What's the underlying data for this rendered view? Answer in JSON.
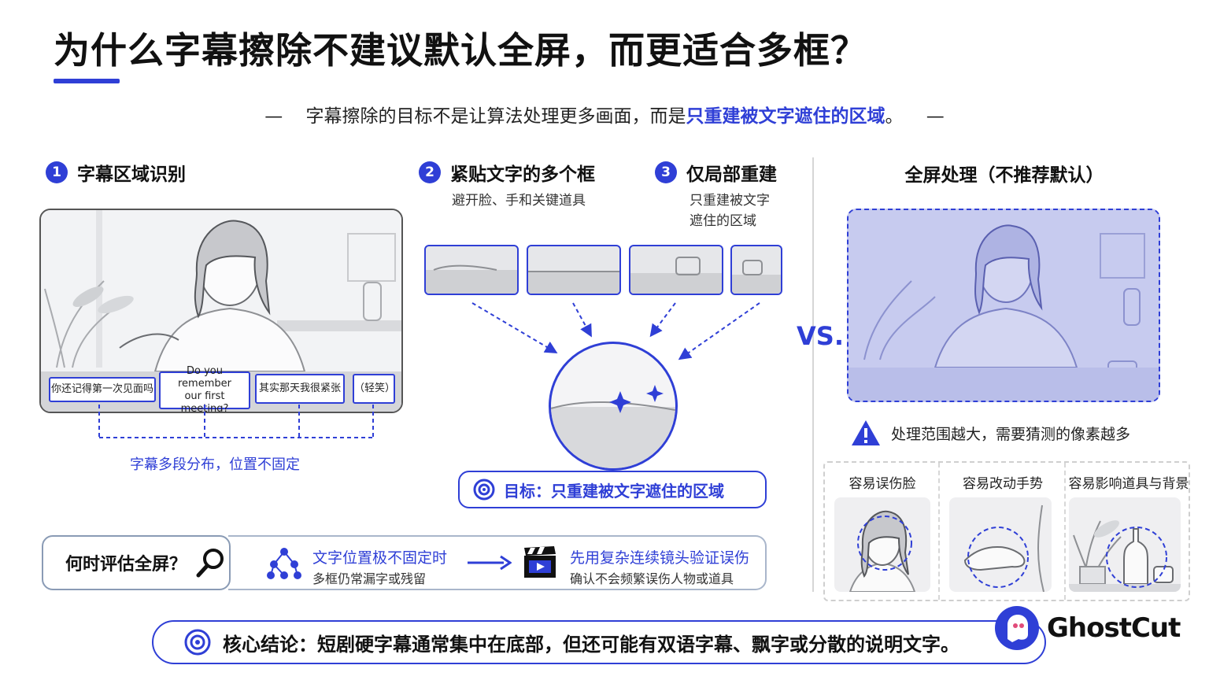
{
  "title": "为什么字幕擦除不建议默认全屏，而更适合多框？",
  "subtitle": {
    "dash_left": "—",
    "prefix": "字幕擦除的目标不是让算法处理更多画面，而是",
    "highlight": "只重建被文字遮住的区域",
    "suffix": "。",
    "dash_right": "—"
  },
  "steps": [
    {
      "num": "1",
      "title": "字幕区域识别"
    },
    {
      "num": "2",
      "title": "紧贴文字的多个框",
      "desc": "避开脸、手和关键道具"
    },
    {
      "num": "3",
      "title": "仅局部重建",
      "desc_line1": "只重建被文字",
      "desc_line2": "遮住的区域"
    }
  ],
  "subtitle_boxes": [
    {
      "text": "你还记得第一次见面吗"
    },
    {
      "line1": "Do you remember",
      "line2": "our first meeting?"
    },
    {
      "text": "其实那天我很紧张"
    },
    {
      "text": "（轻笑）"
    }
  ],
  "scatter_caption": "字幕多段分布，位置不固定",
  "goal": "目标：只重建被文字遮住的区域",
  "vs": "VS.",
  "fullscreen": {
    "title": "全屏处理（不推荐默认）",
    "warning": "处理范围越大，需要猜测的像素越多",
    "risks": [
      "容易误伤脸",
      "容易改动手势",
      "容易影响道具与背景"
    ]
  },
  "when": {
    "label": "何时评估全屏？",
    "item1_title": "文字位置极不固定时",
    "item1_sub": "多框仍常漏字或残留",
    "item2_title": "先用复杂连续镜头验证误伤",
    "item2_sub": "确认不会频繁误伤人物或道具"
  },
  "core": "核心结论：短剧硬字幕通常集中在底部，但还可能有双语字幕、飘字或分散的说明文字。",
  "brand": "GhostCut",
  "colors": {
    "accent": "#2f3fd6",
    "fullscreen_tint": "#c7cbef",
    "warning": "#2f3fd6"
  }
}
